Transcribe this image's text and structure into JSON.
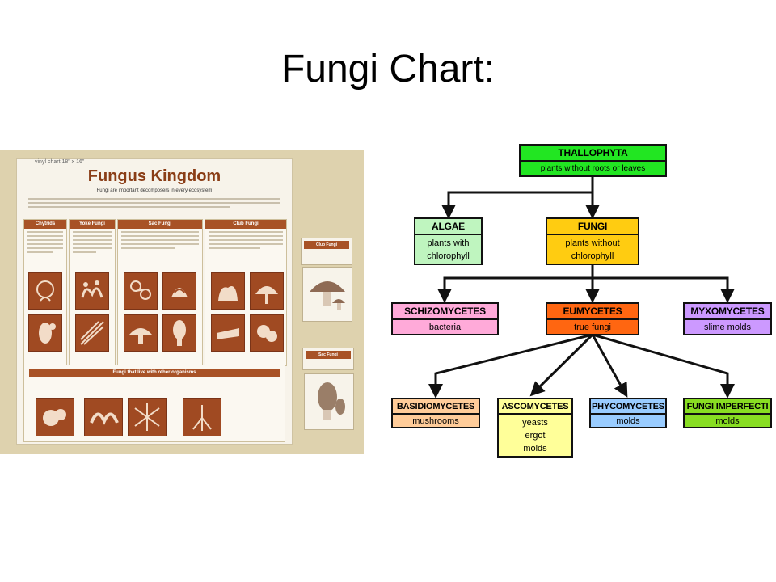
{
  "slide": {
    "title": "Fungi Chart:"
  },
  "poster": {
    "size_label": "vinyl chart 18\" x 16\"",
    "title": "Fungus Kingdom",
    "subtitle": "Fungi are important decomposers in every ecosystem",
    "panels": [
      "Chytrids",
      "Yoke Fungi",
      "Sac Fungi",
      "Club Fungi"
    ],
    "symbiosis_heading": "Fungi that live with other organisms",
    "side_cards": [
      "Club Fungi",
      "Sac Fungi"
    ],
    "colors": {
      "background": "#ded2ae",
      "accent": "#a85226",
      "title": "#8a3d16"
    }
  },
  "flowchart": {
    "nodes": {
      "thallophyta": {
        "name": "THALLOPHYTA",
        "desc": "plants without roots or leaves",
        "color": "#22e622"
      },
      "algae": {
        "name": "ALGAE",
        "desc_lines": [
          "plants with",
          "chlorophyll"
        ],
        "color": "#bff5bf"
      },
      "fungi": {
        "name": "FUNGI",
        "desc_lines": [
          "plants without",
          "chlorophyll"
        ],
        "color": "#ffcc11"
      },
      "schizomycetes": {
        "name": "SCHIZOMYCETES",
        "desc": "bacteria",
        "color": "#ffaad9"
      },
      "eumycetes": {
        "name": "EUMYCETES",
        "desc": "true fungi",
        "color": "#ff6611"
      },
      "myxomycetes": {
        "name": "MYXOMYCETES",
        "desc": "slime molds",
        "color": "#cc99ff"
      },
      "basidiomycetes": {
        "name": "BASIDIOMYCETES",
        "desc": "mushrooms",
        "color": "#ffcc99"
      },
      "ascomycetes": {
        "name": "ASCOMYCETES",
        "desc_lines": [
          "yeasts",
          "ergot",
          "molds"
        ],
        "color": "#ffff99"
      },
      "phycomycetes": {
        "name": "PHYCOMYCETES",
        "desc": "molds",
        "color": "#99ccff"
      },
      "fungi_imperfecti": {
        "name": "FUNGI IMPERFECTI",
        "desc": "molds",
        "color": "#88dd22"
      }
    },
    "edges": [
      [
        "thallophyta",
        "algae"
      ],
      [
        "thallophyta",
        "fungi"
      ],
      [
        "fungi",
        "schizomycetes"
      ],
      [
        "fungi",
        "eumycetes"
      ],
      [
        "fungi",
        "myxomycetes"
      ],
      [
        "eumycetes",
        "basidiomycetes"
      ],
      [
        "eumycetes",
        "ascomycetes"
      ],
      [
        "eumycetes",
        "phycomycetes"
      ],
      [
        "eumycetes",
        "fungi_imperfecti"
      ]
    ]
  }
}
